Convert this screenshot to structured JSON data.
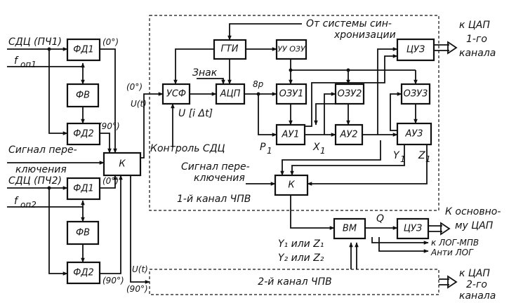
{
  "blocks": {
    "fd1_top": "ФД1",
    "fv_top": "ФВ",
    "fd2_top": "ФД2",
    "k_left": "К",
    "fd1_bot": "ФД1",
    "fv_bot": "ФВ",
    "fd2_bot": "ФД2",
    "usf": "УСФ",
    "gti": "ГТИ",
    "adc": "АЦП",
    "uu_ozu": "УУ ОЗУ",
    "ozu1": "ОЗУ1",
    "ozu2": "ОЗУ2",
    "ozu3": "ОЗУ3",
    "au1": "АУ1",
    "au2": "АУ2",
    "au3": "АУ3",
    "cuz_top": "ЦУЗ",
    "k_mid": "К",
    "vm": "ВМ",
    "cuz_bot": "ЦУЗ",
    "channel2": "2-й канал ЧПВ"
  },
  "labels": {
    "sdc_pch1": "СДЦ (ПЧ1)",
    "f_on1": "f",
    "f_on1_sub": "оп1",
    "phase0_top": "(0°)",
    "phase90_top": "(90°)",
    "switch_signal_line1": "Сигнал пере-",
    "switch_signal_line2": "ключения",
    "sdc_pch2": "СДЦ (ПЧ2)",
    "f_on2": "f",
    "f_on2_sub": "оп2",
    "phase0_bot": "(0°)",
    "phase90_bot": "(90°)",
    "phase0_mid": "(0°)",
    "ut_top": "U(t)",
    "ut_bot": "U(t)",
    "phase90_bottom": "(90°)",
    "sync_line1": "От системы син-",
    "sync_line2": "хронизации",
    "znak": "Знак",
    "bp": "8р",
    "u_idt": "U [i Δt]",
    "control_sdc": "Контроль СДЦ",
    "p1": "P",
    "p1_sub": "1",
    "x1": "X",
    "x1_sub": "1",
    "y1": "Y",
    "y1_sub": "1",
    "z1": "Z",
    "z1_sub": "1",
    "switch_signal2_line1": "Сигнал пере-",
    "switch_signal2_line2": "ключения",
    "channel1_label": "1-й канал ЧПВ",
    "q": "Q",
    "y1z1": "Y₁ или Z₁",
    "y2z2": "Y₂ или Z₂",
    "out1_line1": "к ЦАП",
    "out1_line2": "1-го",
    "out1_line3": "канала",
    "main_dac_line1": "К основно-",
    "main_dac_line2": "му ЦАП",
    "log_mpv": "к ЛОГ-МПВ",
    "anti_log": "Анти ЛОГ",
    "out2_line1": "к ЦАП",
    "out2_line2": "2-го",
    "out2_line3": "канала"
  }
}
